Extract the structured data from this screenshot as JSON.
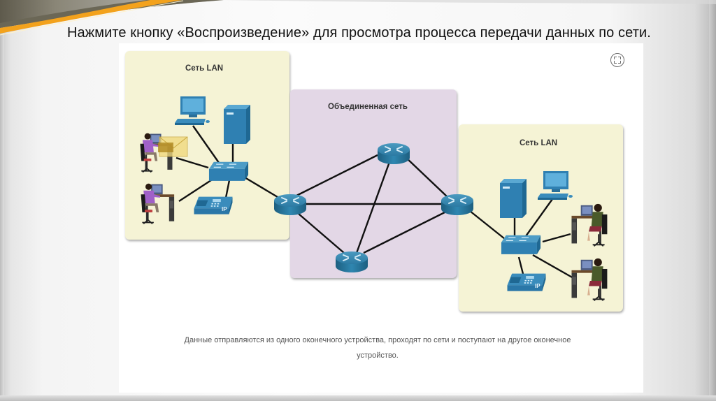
{
  "headline": "Нажмите кнопку «Воспроизведение» для просмотра процесса передачи данных по сети.",
  "expand_button": {
    "icon": "expand-icon"
  },
  "zones": {
    "lan_left": {
      "title": "Сеть LAN"
    },
    "internetwork": {
      "title": "Объединенная сеть"
    },
    "lan_right": {
      "title": "Сеть LAN"
    }
  },
  "devices": {
    "lan_left": [
      "desktop-pc",
      "server",
      "user-workstation (with email envelope)",
      "user-workstation",
      "switch",
      "ip-phone"
    ],
    "internetwork": [
      "router-left",
      "router-top",
      "router-bottom",
      "router-right"
    ],
    "lan_right": [
      "server",
      "desktop-pc",
      "user-workstation",
      "user-workstation",
      "switch",
      "ip-phone"
    ]
  },
  "ip_phone_label": "IP",
  "caption": {
    "line1": "Данные отправляются из одного оконечного устройства, проходят по сети и поступают на другое оконечное",
    "line2": "устройство."
  },
  "colors": {
    "device_blue": "#2f7fb0",
    "router_teal": "#2a7396",
    "lan_zone": "#f5f3d5",
    "wan_zone": "#e3d7e6",
    "accent_orange": "#f0a020"
  }
}
